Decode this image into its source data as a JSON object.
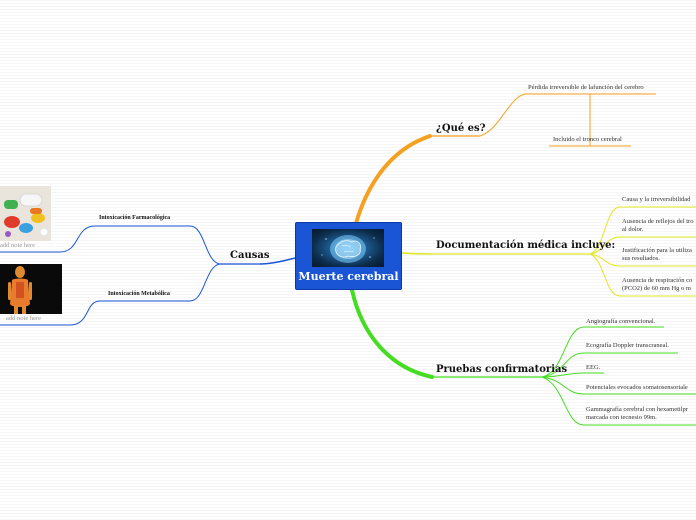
{
  "central_topic": "Muerte cerebral",
  "branches": {
    "que_es": {
      "label": "¿Qué es?",
      "color": "#f5a020",
      "items": [
        "Pérdida irreversible de lafunción del cerebro",
        "Incluido el tronco cerebral"
      ]
    },
    "documentacion": {
      "label": "Documentación médica incluye:",
      "color": "#e0e820",
      "items": [
        "Causa y la irreversibilidad",
        "Ausencia de reflejos del tro",
        "al dolor.",
        "Justificación para la utiliza",
        "sus resultados.",
        "Ausencia de respiración co",
        "(PCO2) de 60 mm Hg o m"
      ]
    },
    "pruebas": {
      "label": "Pruebas confirmatorias",
      "color": "#44dd22",
      "items": [
        "Angiografía convencional.",
        "Ecografía Doppler transcraneal.",
        "EEG.",
        "Potenciales evocados somatosensoriale",
        "Gammagrafía cerebral con hexametilpr",
        "marcada con tecnesio 99m."
      ]
    },
    "causas": {
      "label": "Causas",
      "color": "#1a55d6",
      "items": [
        "Intoxicación Farmacológica",
        "Intoxicación Metabólica"
      ],
      "notes": [
        "add note here",
        "add note here"
      ]
    }
  },
  "icons": {
    "central": "brain-image",
    "pills": "pills-image",
    "body": "human-body-image"
  }
}
